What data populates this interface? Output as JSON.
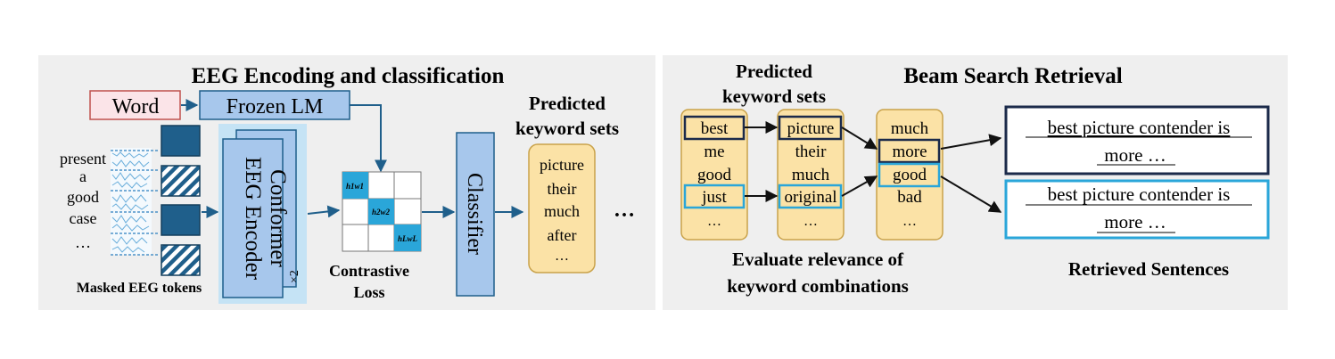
{
  "left_panel": {
    "title": "EEG Encoding and classification",
    "word_box": "Word",
    "frozen_lm": "Frozen LM",
    "input_words": [
      "present",
      "a",
      "good",
      "case",
      "…"
    ],
    "masked_label": "Masked EEG tokens",
    "encoder_line1": "Conformer",
    "encoder_line2": "EEG Encoder",
    "repeat": "×2",
    "matrix_labels": [
      "h1w1",
      "h2w2",
      "hLwL"
    ],
    "contrastive_line1": "Contrastive",
    "contrastive_line2": "Loss",
    "classifier": "Classifier",
    "predicted_line1": "Predicted",
    "predicted_line2": "keyword sets",
    "keywords": [
      "picture",
      "their",
      "much",
      "after",
      "…"
    ],
    "more": "…"
  },
  "right_panel": {
    "title": "Beam Search Retrieval",
    "predicted_line1": "Predicted",
    "predicted_line2": "keyword sets",
    "col1": [
      "best",
      "me",
      "good",
      "just",
      "…"
    ],
    "col2": [
      "picture",
      "their",
      "much",
      "original",
      "…"
    ],
    "col3": [
      "much",
      "more",
      "good",
      "bad",
      "…"
    ],
    "evaluate_line1": "Evaluate relevance of",
    "evaluate_line2": "keyword combinations",
    "sentence1_line1": "best picture contender is",
    "sentence1_line2": "more …",
    "sentence2_line1": "best picture contender is",
    "sentence2_line2": "more …",
    "retrieved_label": "Retrieved Sentences"
  },
  "colors": {
    "panel_bg": "#efefef",
    "arrow": "#1f5f8b",
    "word_fill": "#fbe4e8",
    "word_stroke": "#c0504d",
    "lm_fill": "#a7c7ec",
    "encoder_region": "#c5e3f5",
    "token_dark": "#1f5f8b",
    "keyword_fill": "#fbe2a6",
    "keyword_stroke": "#c9a24a",
    "highlight_dark": "#1b2a4a",
    "highlight_light": "#2aa6d9"
  }
}
